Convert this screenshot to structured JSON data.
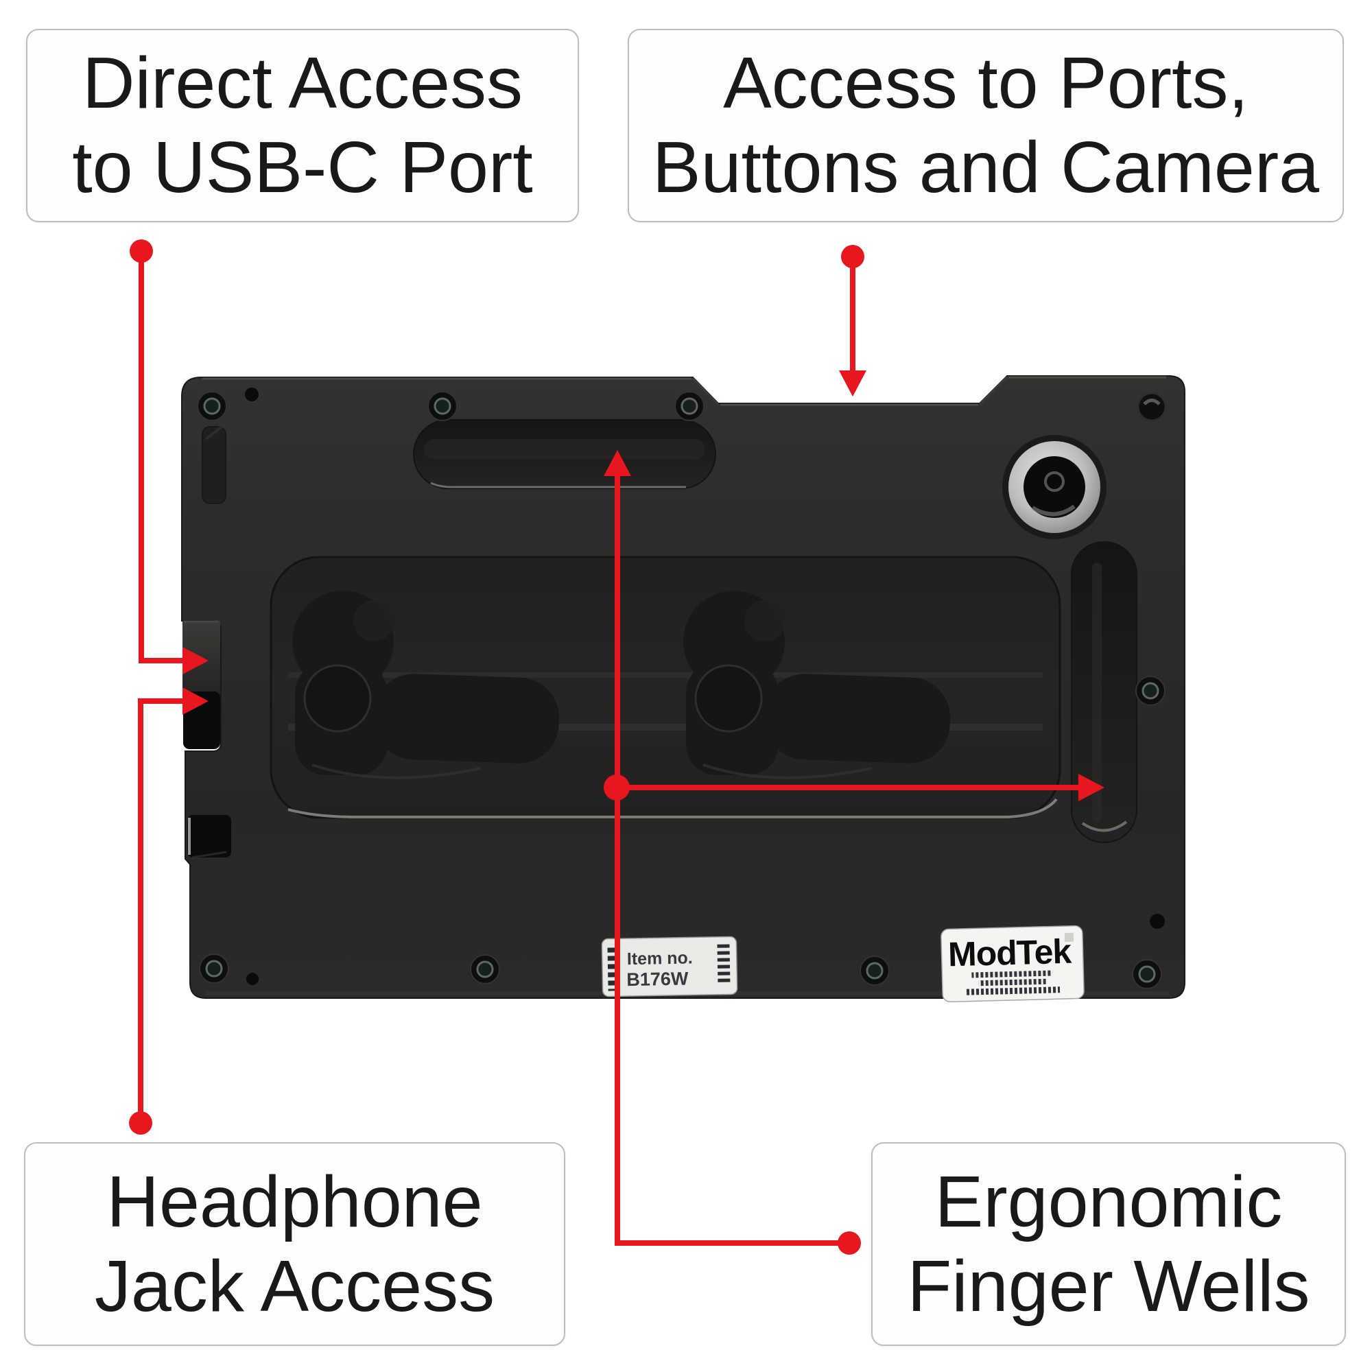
{
  "page": {
    "background": "#ffffff"
  },
  "accent": {
    "red": "#e8161e"
  },
  "callouts": {
    "usbc": {
      "line1": "Direct Access",
      "line2": "to USB-C Port"
    },
    "ports": {
      "line1": "Access to Ports,",
      "line2": "Buttons and Camera"
    },
    "headphone": {
      "line1": "Headphone",
      "line2": "Jack Access"
    },
    "finger_wells": {
      "line1": "Ergonomic",
      "line2": "Finger Wells"
    }
  },
  "device": {
    "brand": "ModTek",
    "item_label": {
      "line1": "Item no.",
      "line2": "B176W"
    },
    "icons": {
      "camera": "camera-lens-icon",
      "sensor": "sensor-hole-icon",
      "screws": "screw-icon",
      "arrows": "red-arrow-icon",
      "dots": "connector-dot-icon"
    }
  }
}
